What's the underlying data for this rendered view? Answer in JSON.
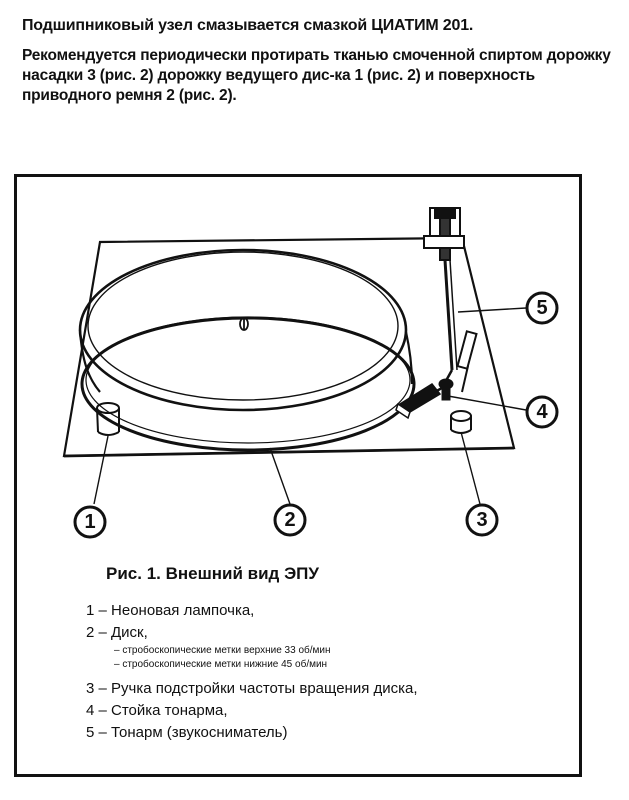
{
  "intro": {
    "line1": "Подшипниковый узел смазывается смазкой ЦИАТИМ 201.",
    "line2": "Рекомендуется периодически протирать тканью смоченной спиртом дорожку насадки 3 (рис. 2) дорожку ведущего дис-ка 1 (рис. 2) и поверхность приводного ремня 2 (рис. 2)."
  },
  "figure": {
    "callouts": [
      "1",
      "2",
      "3",
      "4",
      "5"
    ],
    "caption": "Рис. 1. Внешний вид ЭПУ",
    "legend": {
      "item1": "1 – Неоновая лампочка,",
      "item2": "2 – Диск,",
      "item2_sub1": "– стробоскопические метки верхние 33 об/мин",
      "item2_sub2": "– стробоскопические метки нижние 45 об/мин",
      "item3": "3 – Ручка подстройки частоты вращения диска,",
      "item4": "4 – Стойка тонарма,",
      "item5": "5 – Тонарм (звукосниматель)"
    }
  }
}
